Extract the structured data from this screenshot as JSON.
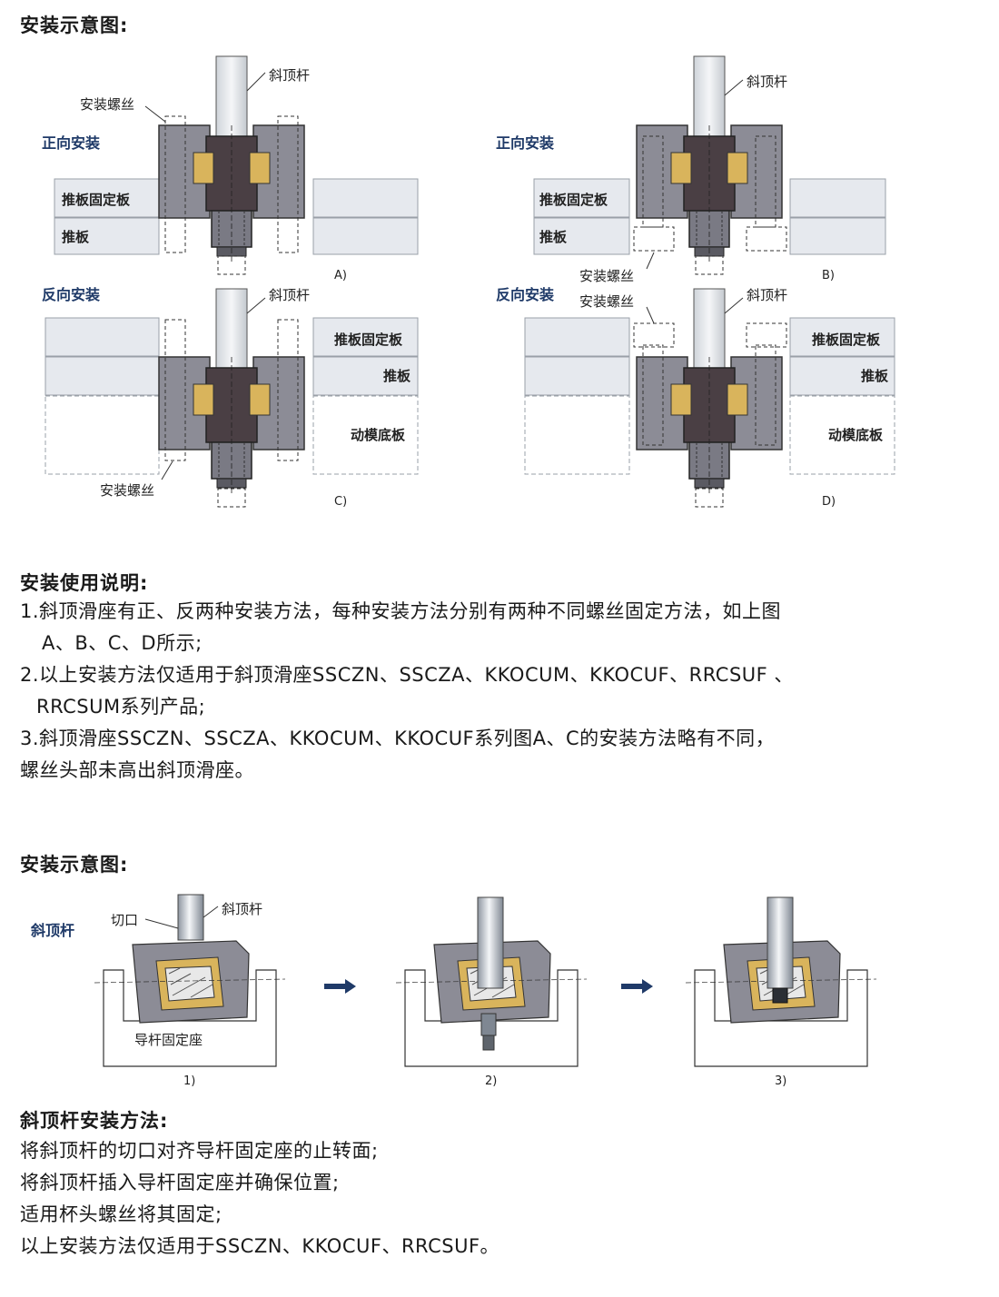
{
  "section1": {
    "title": "安装示意图:",
    "labels": {
      "ejector_rod": "斜顶杆",
      "screw": "安装螺丝",
      "forward": "正向安装",
      "reverse": "反向安装",
      "plate_fix": "推板固定板",
      "plate": "推板",
      "base_plate": "动模底板"
    },
    "panel_ids": [
      "A)",
      "B)",
      "C)",
      "D)"
    ]
  },
  "usage": {
    "title": "安装使用说明:",
    "lines": [
      "1.斜顶滑座有正、反两种安装方法，每种安装方法分别有两种不同螺丝固定方法，如上图",
      "A、B、C、D所示;",
      "2.以上安装方法仅适用于斜顶滑座SSCZN、SSCZA、KKOCUM、KKOCUF、RRCSUF 、",
      "RRCSUM系列产品;",
      "3.斜顶滑座SSCZN、SSCZA、KKOCUM、KKOCUF系列图A、C的安装方法略有不同，",
      "螺丝头部未高出斜顶滑座。"
    ]
  },
  "section2": {
    "title": "安装示意图:",
    "labels": {
      "ejector_rod_bold": "斜顶杆",
      "cut": "切口",
      "ejector_rod": "斜顶杆",
      "guide_seat": "导杆固定座"
    },
    "step_ids": [
      "1)",
      "2)",
      "3)"
    ]
  },
  "method": {
    "title": "斜顶杆安装方法:",
    "lines": [
      "将斜顶杆的切口对齐导杆固定座的止转面;",
      "将斜顶杆插入导杆固定座并确保位置;",
      "适用杯头螺丝将其固定;",
      "以上安装方法仅适用于SSCZN、KKOCUF、RRCSUF。"
    ]
  },
  "colors": {
    "block": "#8c8c96",
    "block_dark": "#4a3f44",
    "brass": "#d9b45c",
    "plate": "#e6e9ee",
    "plate_edge": "#9aa0a8",
    "rod": "#dfe3e8"
  }
}
